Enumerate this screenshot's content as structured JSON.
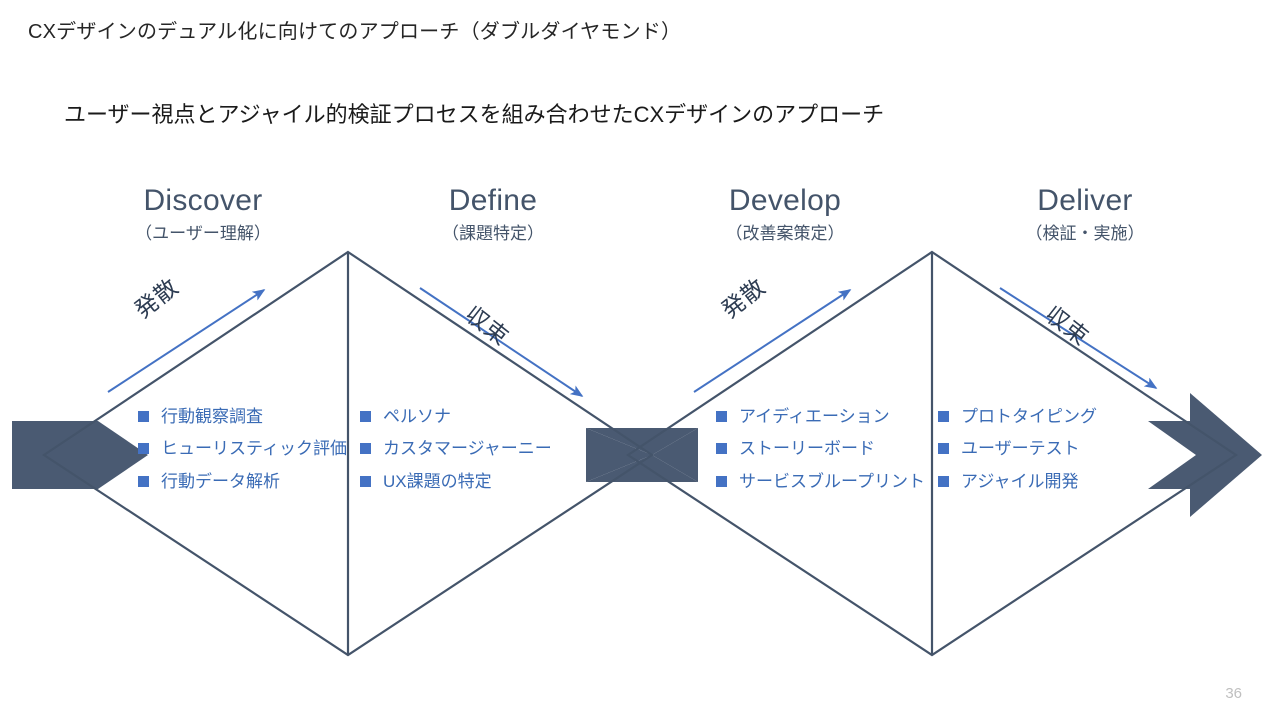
{
  "slide": {
    "title": "CXデザインのデュアル化に向けてのアプローチ（ダブルダイヤモンド）",
    "subtitle": "ユーザー視点とアジャイル的検証プロセスを組み合わせたCXデザインのアプローチ",
    "page_number": "36"
  },
  "colors": {
    "heading_navy": "#44546a",
    "bullet_blue": "#4472c4",
    "bullet_text_blue": "#3a6bb5",
    "diamond_stroke": "#44546a",
    "arrow_fill": "#4a5a72",
    "flow_arrow_blue": "#4472c4",
    "title_black": "#262626",
    "page_number_gray": "#bfbfbf"
  },
  "phases": [
    {
      "name": "Discover",
      "sub": "（ユーザー理解）",
      "flow_label": "発散",
      "flow_direction": "diverge",
      "bullets": [
        "行動観察調査",
        "ヒューリスティック評価",
        "行動データ解析"
      ]
    },
    {
      "name": "Define",
      "sub": "（課題特定）",
      "flow_label": "収束",
      "flow_direction": "converge",
      "bullets": [
        "ペルソナ",
        "カスタマージャーニー",
        "UX課題の特定"
      ]
    },
    {
      "name": "Develop",
      "sub": "（改善案策定）",
      "flow_label": "発散",
      "flow_direction": "diverge",
      "bullets": [
        "アイディエーション",
        "ストーリーボード",
        "サービスブループリント"
      ]
    },
    {
      "name": "Deliver",
      "sub": "（検証・実施）",
      "flow_label": "収束",
      "flow_direction": "converge",
      "bullets": [
        "プロトタイピング",
        "ユーザーテスト",
        "アジャイル開発"
      ]
    }
  ],
  "diagram": {
    "shape_type": "double-diamond",
    "diamond_count": 2,
    "left_arrow_label": "input-chevron",
    "right_arrow_label": "output-arrow",
    "center_shape_label": "bowtie-connector"
  }
}
